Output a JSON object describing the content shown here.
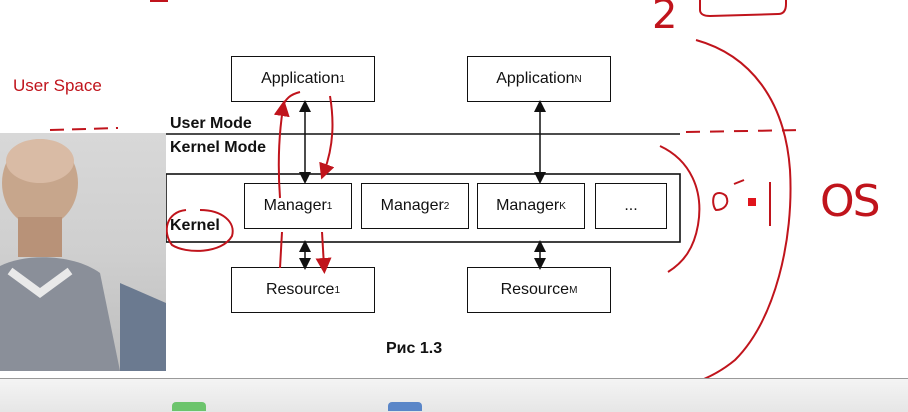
{
  "diagram": {
    "applications": [
      {
        "base": "Application",
        "sub": "1"
      },
      {
        "base": "Application",
        "sub": "N"
      }
    ],
    "managers": [
      {
        "base": "Manager",
        "sub": "1"
      },
      {
        "base": "Manager",
        "sub": "2"
      },
      {
        "base": "Manager",
        "sub": "K"
      },
      {
        "base": "...",
        "sub": ""
      }
    ],
    "resources": [
      {
        "base": "Resource",
        "sub": "1"
      },
      {
        "base": "Resource",
        "sub": "M"
      }
    ],
    "labels": {
      "user_mode": "User Mode",
      "kernel_mode": "Kernel Mode",
      "kernel": "Kernel",
      "caption": "Рис 1.3"
    }
  },
  "annotations": {
    "user_space": "User Space",
    "os": "OS",
    "num_2": "2"
  },
  "colors": {
    "ink": "#111111",
    "marker_red": "#c0141c"
  }
}
